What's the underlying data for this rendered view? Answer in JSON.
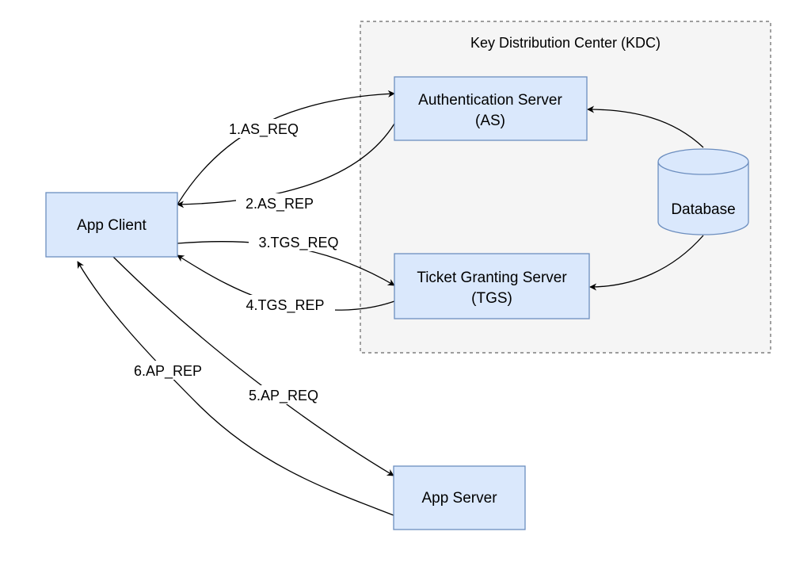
{
  "kdc": {
    "title": "Key Distribution Center (KDC)"
  },
  "nodes": {
    "app_client": {
      "label": "App Client"
    },
    "auth_server": {
      "line1": "Authentication Server",
      "line2": "(AS)"
    },
    "tgs": {
      "line1": "Ticket Granting Server",
      "line2": "(TGS)"
    },
    "database": {
      "label": "Database"
    },
    "app_server": {
      "label": "App Server"
    }
  },
  "edges": {
    "as_req": "1.AS_REQ",
    "as_rep": "2.AS_REP",
    "tgs_req": "3.TGS_REQ",
    "tgs_rep": "4.TGS_REP",
    "ap_req": "5.AP_REQ",
    "ap_rep": "6.AP_REP"
  },
  "colors": {
    "node_fill": "#dae8fc",
    "node_stroke": "#6c8ebf",
    "kdc_fill": "#f5f5f5",
    "kdc_stroke": "#666666"
  }
}
